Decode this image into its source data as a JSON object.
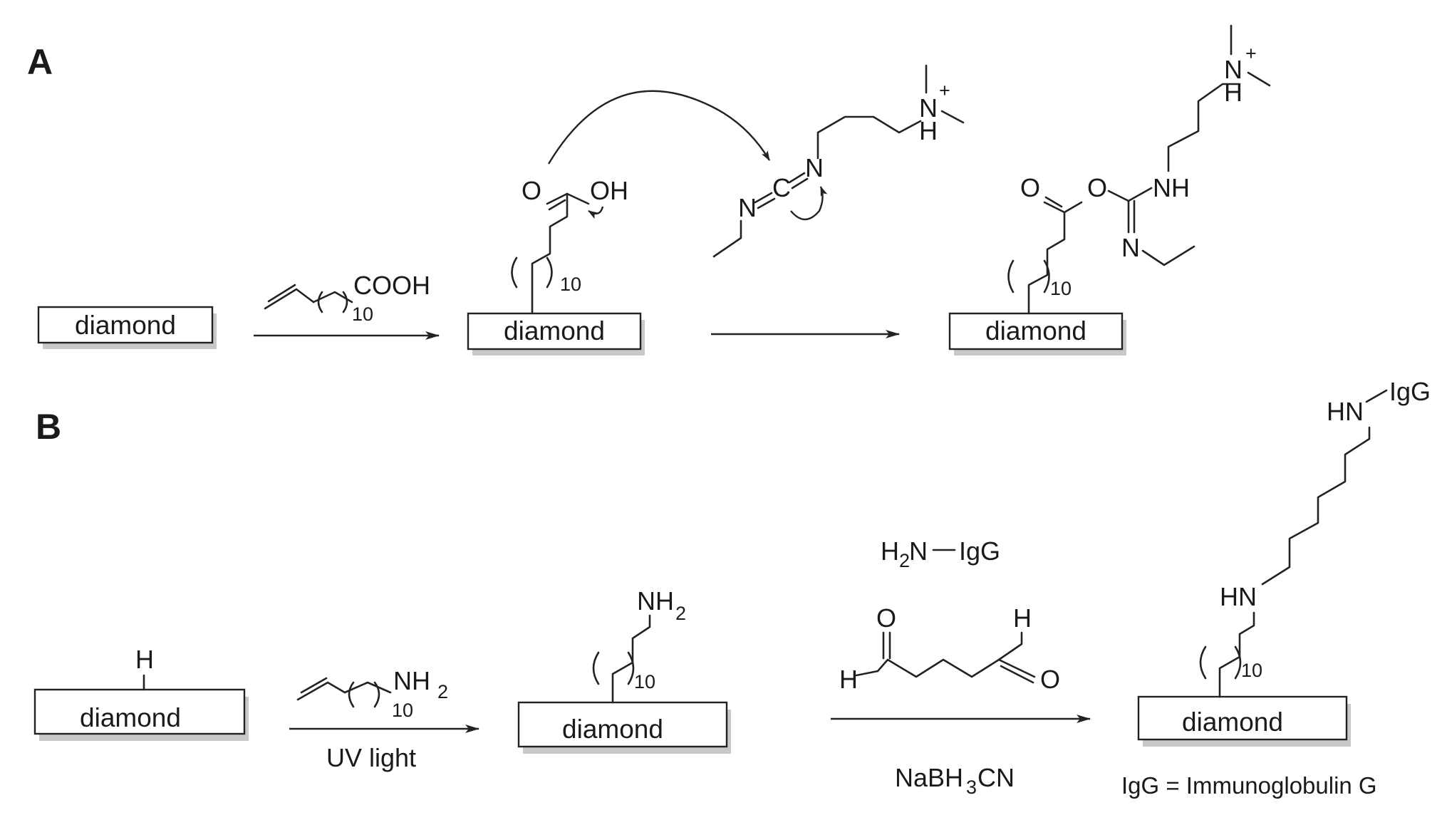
{
  "panels": {
    "a": "A",
    "b": "B"
  },
  "substrate_label": "diamond",
  "scheme_a": {
    "reagent_group": "COOH",
    "repeat_count": "10",
    "acid_oxygen": "O",
    "acid_hydroxyl": "OH",
    "carbodiimide": {
      "n_left": "N",
      "carbon": "C",
      "n_right": "N"
    },
    "ammonium": {
      "n": "N",
      "h": "H",
      "charge": "+"
    },
    "product": {
      "carbonyl_o": "O",
      "ester_o": "O",
      "nh": "NH",
      "imine_n": "N"
    }
  },
  "scheme_b": {
    "surface_h": "H",
    "reagent_amine": "NH",
    "reagent_amine_sub": "2",
    "repeat_count": "10",
    "step1_condition": "UV light",
    "intermediate_amine": "NH",
    "intermediate_amine_sub": "2",
    "igg_amine": {
      "h": "H",
      "h_sub": "2",
      "n": "N",
      "igg": "IgG"
    },
    "glutaraldehyde": {
      "o_left": "O",
      "h_left": "H",
      "o_right": "O",
      "h_right": "H"
    },
    "reductant": {
      "prefix": "NaBH",
      "sub": "3",
      "suffix": "CN"
    },
    "product": {
      "hn_upper": "HN",
      "igg": "IgG",
      "hn_lower": "HN"
    },
    "legend": "IgG = Immunoglobulin G"
  }
}
